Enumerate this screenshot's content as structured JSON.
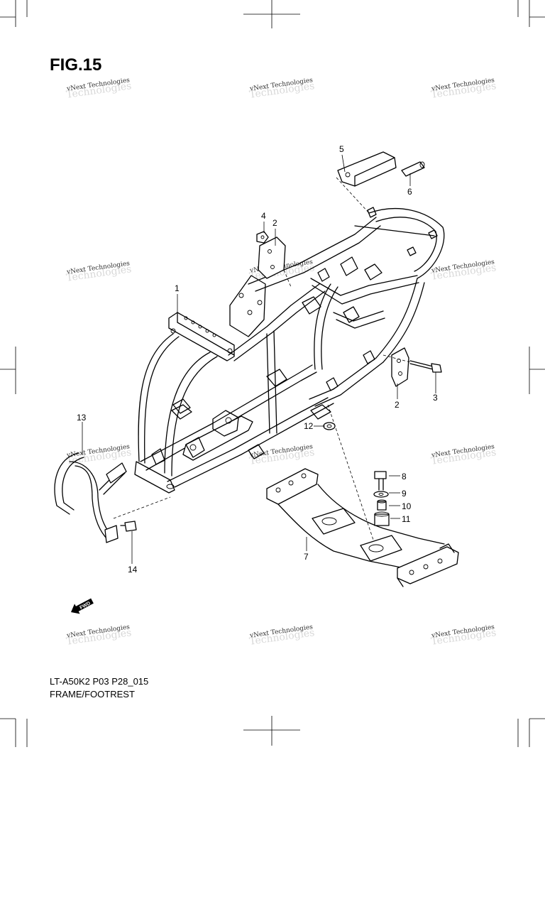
{
  "figure_title": "FIG.15",
  "diagram_code": "LT-A50K2 P03 P28_015",
  "diagram_name": "FRAME/FOOTREST",
  "watermark_text": "vNext Technologies",
  "watermark_ghost": "Technologies",
  "fwd_label": "FWD",
  "callouts": [
    "1",
    "2",
    "2",
    "3",
    "4",
    "5",
    "6",
    "7",
    "8",
    "9",
    "10",
    "11",
    "12",
    "13",
    "14"
  ],
  "colors": {
    "ink": "#000000",
    "paper": "#ffffff",
    "watermark": "#d8d8d8"
  }
}
